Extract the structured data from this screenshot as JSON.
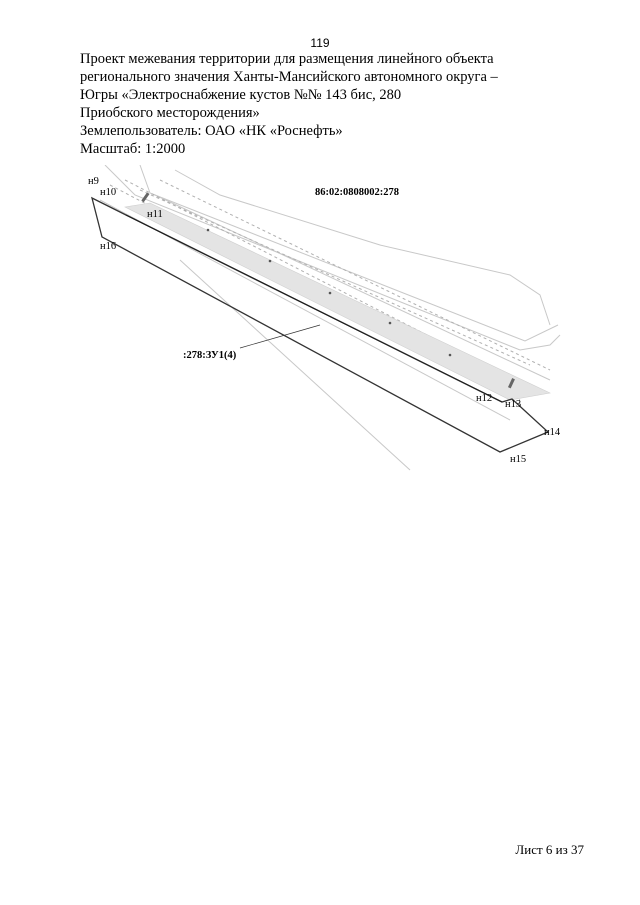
{
  "page_number": "119",
  "header": {
    "line1": "Проект межевания территории для размещения линейного объекта",
    "line2": "регионального значения Ханты-Мансийского автономного округа –",
    "line3": "Югры «Электроснабжение кустов №№ 143 бис, 280",
    "line4": "Приобского месторождения»",
    "land_user": "Землепользователь: ОАО «НК «Роснефть»",
    "scale": "Масштаб: 1:2000"
  },
  "map": {
    "cadastral_number": "86:02:0808002:278",
    "plot_label": ":278:ЗУ1(4)",
    "points": {
      "n9": "н9",
      "n10": "н10",
      "n11": "н11",
      "n12": "н12",
      "n13": "н13",
      "n14": "н14",
      "n15": "н15",
      "n16": "н16"
    }
  },
  "footer": {
    "sheet": "Лист 6 из 37"
  }
}
